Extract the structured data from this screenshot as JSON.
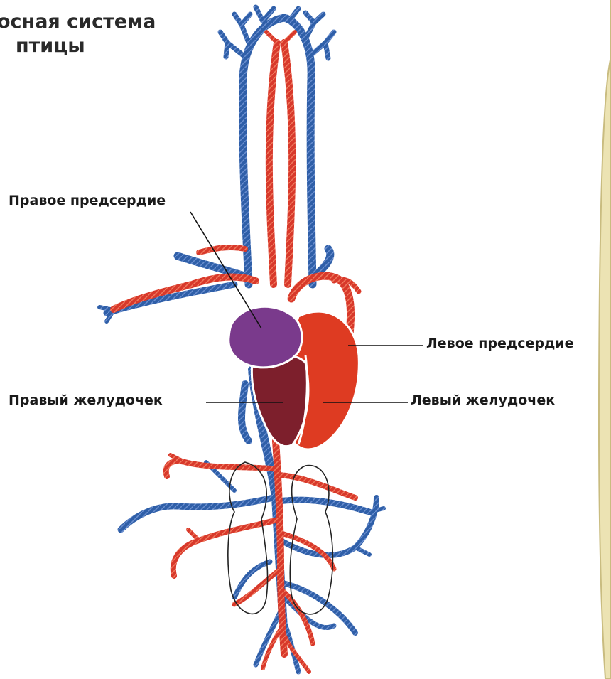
{
  "title": {
    "line1": "осная система",
    "line2": "птицы"
  },
  "labels": {
    "right_atrium": "Правое предсердие",
    "left_atrium": "Левое предсердие",
    "right_ventricle": "Правый желудочек",
    "left_ventricle": "Левый желудочек"
  },
  "colors": {
    "artery": "#d8392b",
    "vein": "#2f5fa8",
    "right_atrium": "#7a3a8c",
    "right_ventricle": "#7d1f2c",
    "left_heart": "#de3b22",
    "frame": "#ece3b3"
  }
}
